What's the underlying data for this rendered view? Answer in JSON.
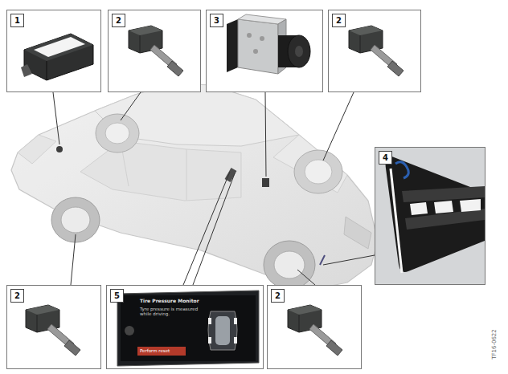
{
  "diagram": {
    "nodes": [
      {
        "text": [
          "1"
        ]
      },
      {
        "text": [
          "2"
        ]
      },
      {
        "text": [
          "3"
        ]
      },
      {
        "text": [
          "2"
        ]
      },
      {
        "text": [
          "4"
        ]
      },
      {
        "text": [
          "2"
        ]
      },
      {
        "text": [
          "5"
        ]
      },
      {
        "text": [
          "2"
        ]
      }
    ],
    "labels": [
      "Tire Pressure Monitor",
      "Tyre pressure is measured while driving.",
      "Perform reset",
      "TF16-0622"
    ]
  }
}
